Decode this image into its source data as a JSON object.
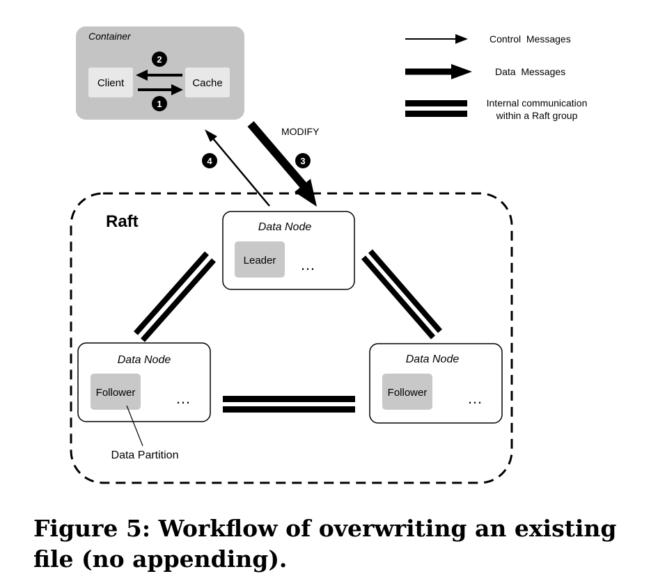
{
  "container": {
    "title": "Container",
    "client_label": "Client",
    "cache_label": "Cache",
    "step_cache_to_client": "2",
    "step_client_to_cache": "1"
  },
  "legend": {
    "control_label": "Control  Messages",
    "data_label": "Data  Messages",
    "internal_line1": "Internal communication",
    "internal_line2": "within a Raft group"
  },
  "flow": {
    "modify_label": "MODIFY",
    "step_modify": "3",
    "step_return": "4"
  },
  "raft": {
    "title": "Raft",
    "top_node": {
      "title": "Data Node",
      "role": "Leader",
      "more": "…"
    },
    "left_node": {
      "title": "Data Node",
      "role": "Follower",
      "more": "…"
    },
    "right_node": {
      "title": "Data Node",
      "role": "Follower",
      "more": "…"
    },
    "partition_label": "Data Partition"
  },
  "caption": "Figure 5: Workflow of overwriting an existing file (no appending).",
  "colors": {
    "container_fill": "#c4c4c4",
    "box_fill": "#e8e8e8",
    "role_fill": "#c8c8c8",
    "ink": "#000000"
  }
}
